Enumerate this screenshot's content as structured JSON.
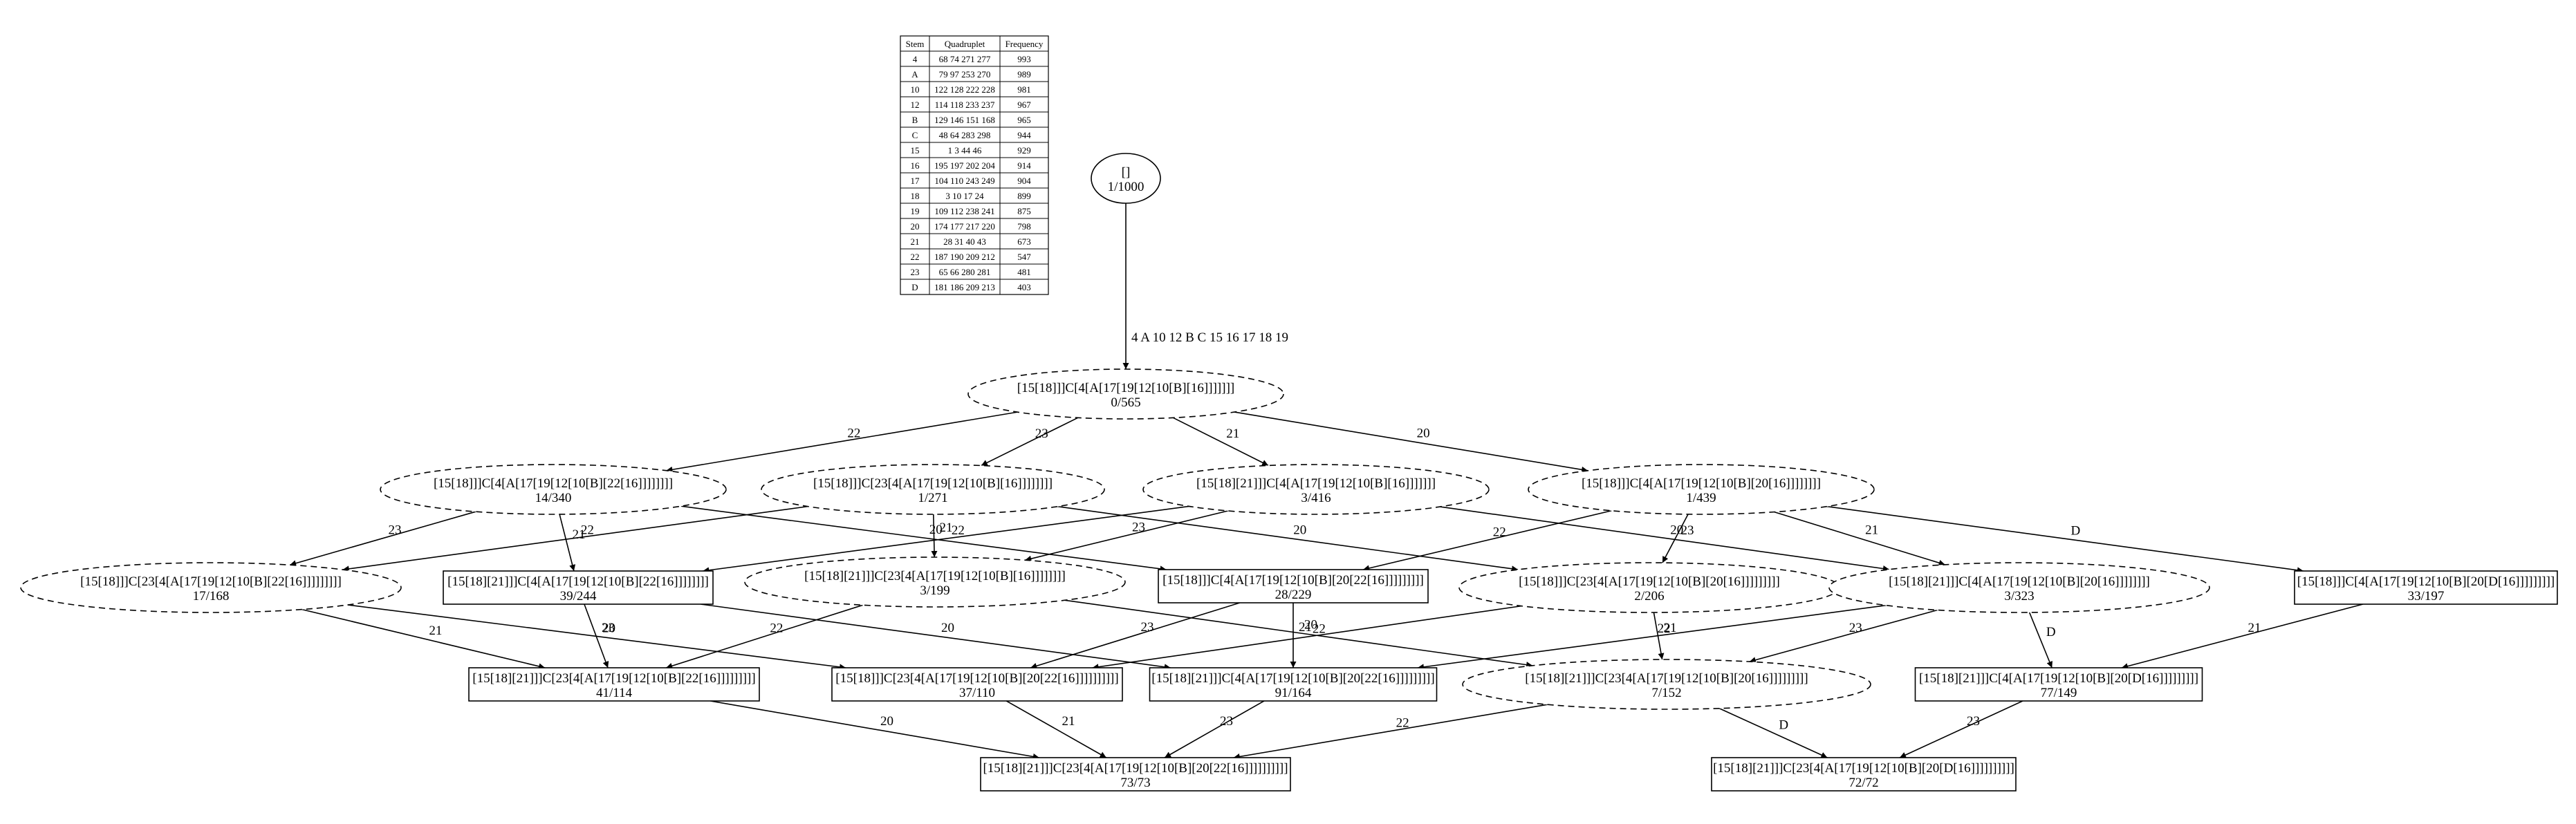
{
  "stem_table": {
    "headers": [
      "Stem",
      "Quadruplet",
      "Frequency"
    ],
    "rows": [
      [
        "4",
        "68 74 271 277",
        "993"
      ],
      [
        "A",
        "79 97 253 270",
        "989"
      ],
      [
        "10",
        "122 128 222 228",
        "981"
      ],
      [
        "12",
        "114 118 233 237",
        "967"
      ],
      [
        "B",
        "129 146 151 168",
        "965"
      ],
      [
        "C",
        "48 64 283 298",
        "944"
      ],
      [
        "15",
        "1 3 44 46",
        "929"
      ],
      [
        "16",
        "195 197 202 204",
        "914"
      ],
      [
        "17",
        "104 110 243 249",
        "904"
      ],
      [
        "18",
        "3 10 17 24",
        "899"
      ],
      [
        "19",
        "109 112 238 241",
        "875"
      ],
      [
        "20",
        "174 177 217 220",
        "798"
      ],
      [
        "21",
        "28 31 40 43",
        "673"
      ],
      [
        "22",
        "187 190 209 212",
        "547"
      ],
      [
        "23",
        "65 66 280 281",
        "481"
      ],
      [
        "D",
        "181 186 209 213",
        "403"
      ]
    ]
  },
  "nodes": [
    {
      "id": "root",
      "label": "[]",
      "count": "1/1000",
      "shape": "ellipse",
      "style": "solid"
    },
    {
      "id": "n1",
      "label": "[15[18]]]C[4[A[17[19[12[10[B][16]]]]]]]",
      "count": "0/565",
      "shape": "ellipse",
      "style": "dashed"
    },
    {
      "id": "n2",
      "label": "[15[18]]]C[4[A[17[19[12[10[B][22[16]]]]]]]]",
      "count": "14/340",
      "shape": "ellipse",
      "style": "dashed"
    },
    {
      "id": "n3",
      "label": "[15[18]]]C[23[4[A[17[19[12[10[B][16]]]]]]]]",
      "count": "1/271",
      "shape": "ellipse",
      "style": "dashed"
    },
    {
      "id": "n4",
      "label": "[15[18][21]]]C[4[A[17[19[12[10[B][16]]]]]]]",
      "count": "3/416",
      "shape": "ellipse",
      "style": "dashed"
    },
    {
      "id": "n5",
      "label": "[15[18]]]C[4[A[17[19[12[10[B][20[16]]]]]]]]",
      "count": "1/439",
      "shape": "ellipse",
      "style": "dashed"
    },
    {
      "id": "n6",
      "label": "[15[18]]]C[23[4[A[17[19[12[10[B][22[16]]]]]]]]]",
      "count": "17/168",
      "shape": "ellipse",
      "style": "dashed"
    },
    {
      "id": "n7",
      "label": "[15[18][21]]]C[4[A[17[19[12[10[B][22[16]]]]]]]]",
      "count": "39/244",
      "shape": "box",
      "style": "solid"
    },
    {
      "id": "n8",
      "label": "[15[18][21]]]C[23[4[A[17[19[12[10[B][16]]]]]]]]",
      "count": "3/199",
      "shape": "ellipse",
      "style": "dashed"
    },
    {
      "id": "n9",
      "label": "[15[18]]]C[4[A[17[19[12[10[B][20[22[16]]]]]]]]]",
      "count": "28/229",
      "shape": "box",
      "style": "solid"
    },
    {
      "id": "n10",
      "label": "[15[18]]]C[23[4[A[17[19[12[10[B][20[16]]]]]]]]]",
      "count": "2/206",
      "shape": "ellipse",
      "style": "dashed"
    },
    {
      "id": "n11",
      "label": "[15[18][21]]]C[4[A[17[19[12[10[B][20[16]]]]]]]]",
      "count": "3/323",
      "shape": "ellipse",
      "style": "dashed"
    },
    {
      "id": "n12",
      "label": "[15[18]]]C[4[A[17[19[12[10[B][20[D[16]]]]]]]]]",
      "count": "33/197",
      "shape": "box",
      "style": "solid"
    },
    {
      "id": "n13",
      "label": "[15[18][21]]]C[23[4[A[17[19[12[10[B][22[16]]]]]]]]]",
      "count": "41/114",
      "shape": "box",
      "style": "solid"
    },
    {
      "id": "n14",
      "label": "[15[18]]]C[23[4[A[17[19[12[10[B][20[22[16]]]]]]]]]]",
      "count": "37/110",
      "shape": "box",
      "style": "solid"
    },
    {
      "id": "n15",
      "label": "[15[18][21]]]C[4[A[17[19[12[10[B][20[22[16]]]]]]]]]",
      "count": "91/164",
      "shape": "box",
      "style": "solid"
    },
    {
      "id": "n16",
      "label": "[15[18][21]]]C[23[4[A[17[19[12[10[B][20[16]]]]]]]]]",
      "count": "7/152",
      "shape": "ellipse",
      "style": "dashed"
    },
    {
      "id": "n17",
      "label": "[15[18][21]]]C[4[A[17[19[12[10[B][20[D[16]]]]]]]]]",
      "count": "77/149",
      "shape": "box",
      "style": "solid"
    },
    {
      "id": "n18",
      "label": "[15[18][21]]]C[23[4[A[17[19[12[10[B][20[22[16]]]]]]]]]]",
      "count": "73/73",
      "shape": "box",
      "style": "solid"
    },
    {
      "id": "n19",
      "label": "[15[18][21]]]C[23[4[A[17[19[12[10[B][20[D[16]]]]]]]]]]",
      "count": "72/72",
      "shape": "box",
      "style": "solid"
    }
  ],
  "edges": [
    {
      "from": "root",
      "to": "n1",
      "label": "4 A 10 12 B C 15 16 17 18 19"
    },
    {
      "from": "n1",
      "to": "n2",
      "label": "22"
    },
    {
      "from": "n1",
      "to": "n3",
      "label": "23"
    },
    {
      "from": "n1",
      "to": "n4",
      "label": "21"
    },
    {
      "from": "n1",
      "to": "n5",
      "label": "20"
    },
    {
      "from": "n2",
      "to": "n6",
      "label": "23"
    },
    {
      "from": "n2",
      "to": "n7",
      "label": "21"
    },
    {
      "from": "n2",
      "to": "n9",
      "label": "20"
    },
    {
      "from": "n3",
      "to": "n6",
      "label": "22"
    },
    {
      "from": "n3",
      "to": "n8",
      "label": "21"
    },
    {
      "from": "n3",
      "to": "n10",
      "label": "20"
    },
    {
      "from": "n4",
      "to": "n7",
      "label": "22"
    },
    {
      "from": "n4",
      "to": "n8",
      "label": "23"
    },
    {
      "from": "n4",
      "to": "n11",
      "label": "20"
    },
    {
      "from": "n5",
      "to": "n9",
      "label": "22"
    },
    {
      "from": "n5",
      "to": "n10",
      "label": "23"
    },
    {
      "from": "n5",
      "to": "n11",
      "label": "21"
    },
    {
      "from": "n5",
      "to": "n12",
      "label": "D"
    },
    {
      "from": "n6",
      "to": "n13",
      "label": "21"
    },
    {
      "from": "n6",
      "to": "n14",
      "label": "20"
    },
    {
      "from": "n7",
      "to": "n13",
      "label": "23"
    },
    {
      "from": "n7",
      "to": "n15",
      "label": "20"
    },
    {
      "from": "n8",
      "to": "n13",
      "label": "22"
    },
    {
      "from": "n8",
      "to": "n16",
      "label": "20"
    },
    {
      "from": "n9",
      "to": "n14",
      "label": "23"
    },
    {
      "from": "n9",
      "to": "n15",
      "label": "21"
    },
    {
      "from": "n10",
      "to": "n14",
      "label": "22"
    },
    {
      "from": "n10",
      "to": "n16",
      "label": "21"
    },
    {
      "from": "n11",
      "to": "n15",
      "label": "22"
    },
    {
      "from": "n11",
      "to": "n16",
      "label": "23"
    },
    {
      "from": "n11",
      "to": "n17",
      "label": "D"
    },
    {
      "from": "n12",
      "to": "n17",
      "label": "21"
    },
    {
      "from": "n13",
      "to": "n18",
      "label": "20"
    },
    {
      "from": "n14",
      "to": "n18",
      "label": "21"
    },
    {
      "from": "n15",
      "to": "n18",
      "label": "23"
    },
    {
      "from": "n16",
      "to": "n18",
      "label": "22"
    },
    {
      "from": "n16",
      "to": "n19",
      "label": "D"
    },
    {
      "from": "n17",
      "to": "n19",
      "label": "23"
    }
  ],
  "colors": {
    "line": "#000000",
    "background": "#ffffff"
  }
}
